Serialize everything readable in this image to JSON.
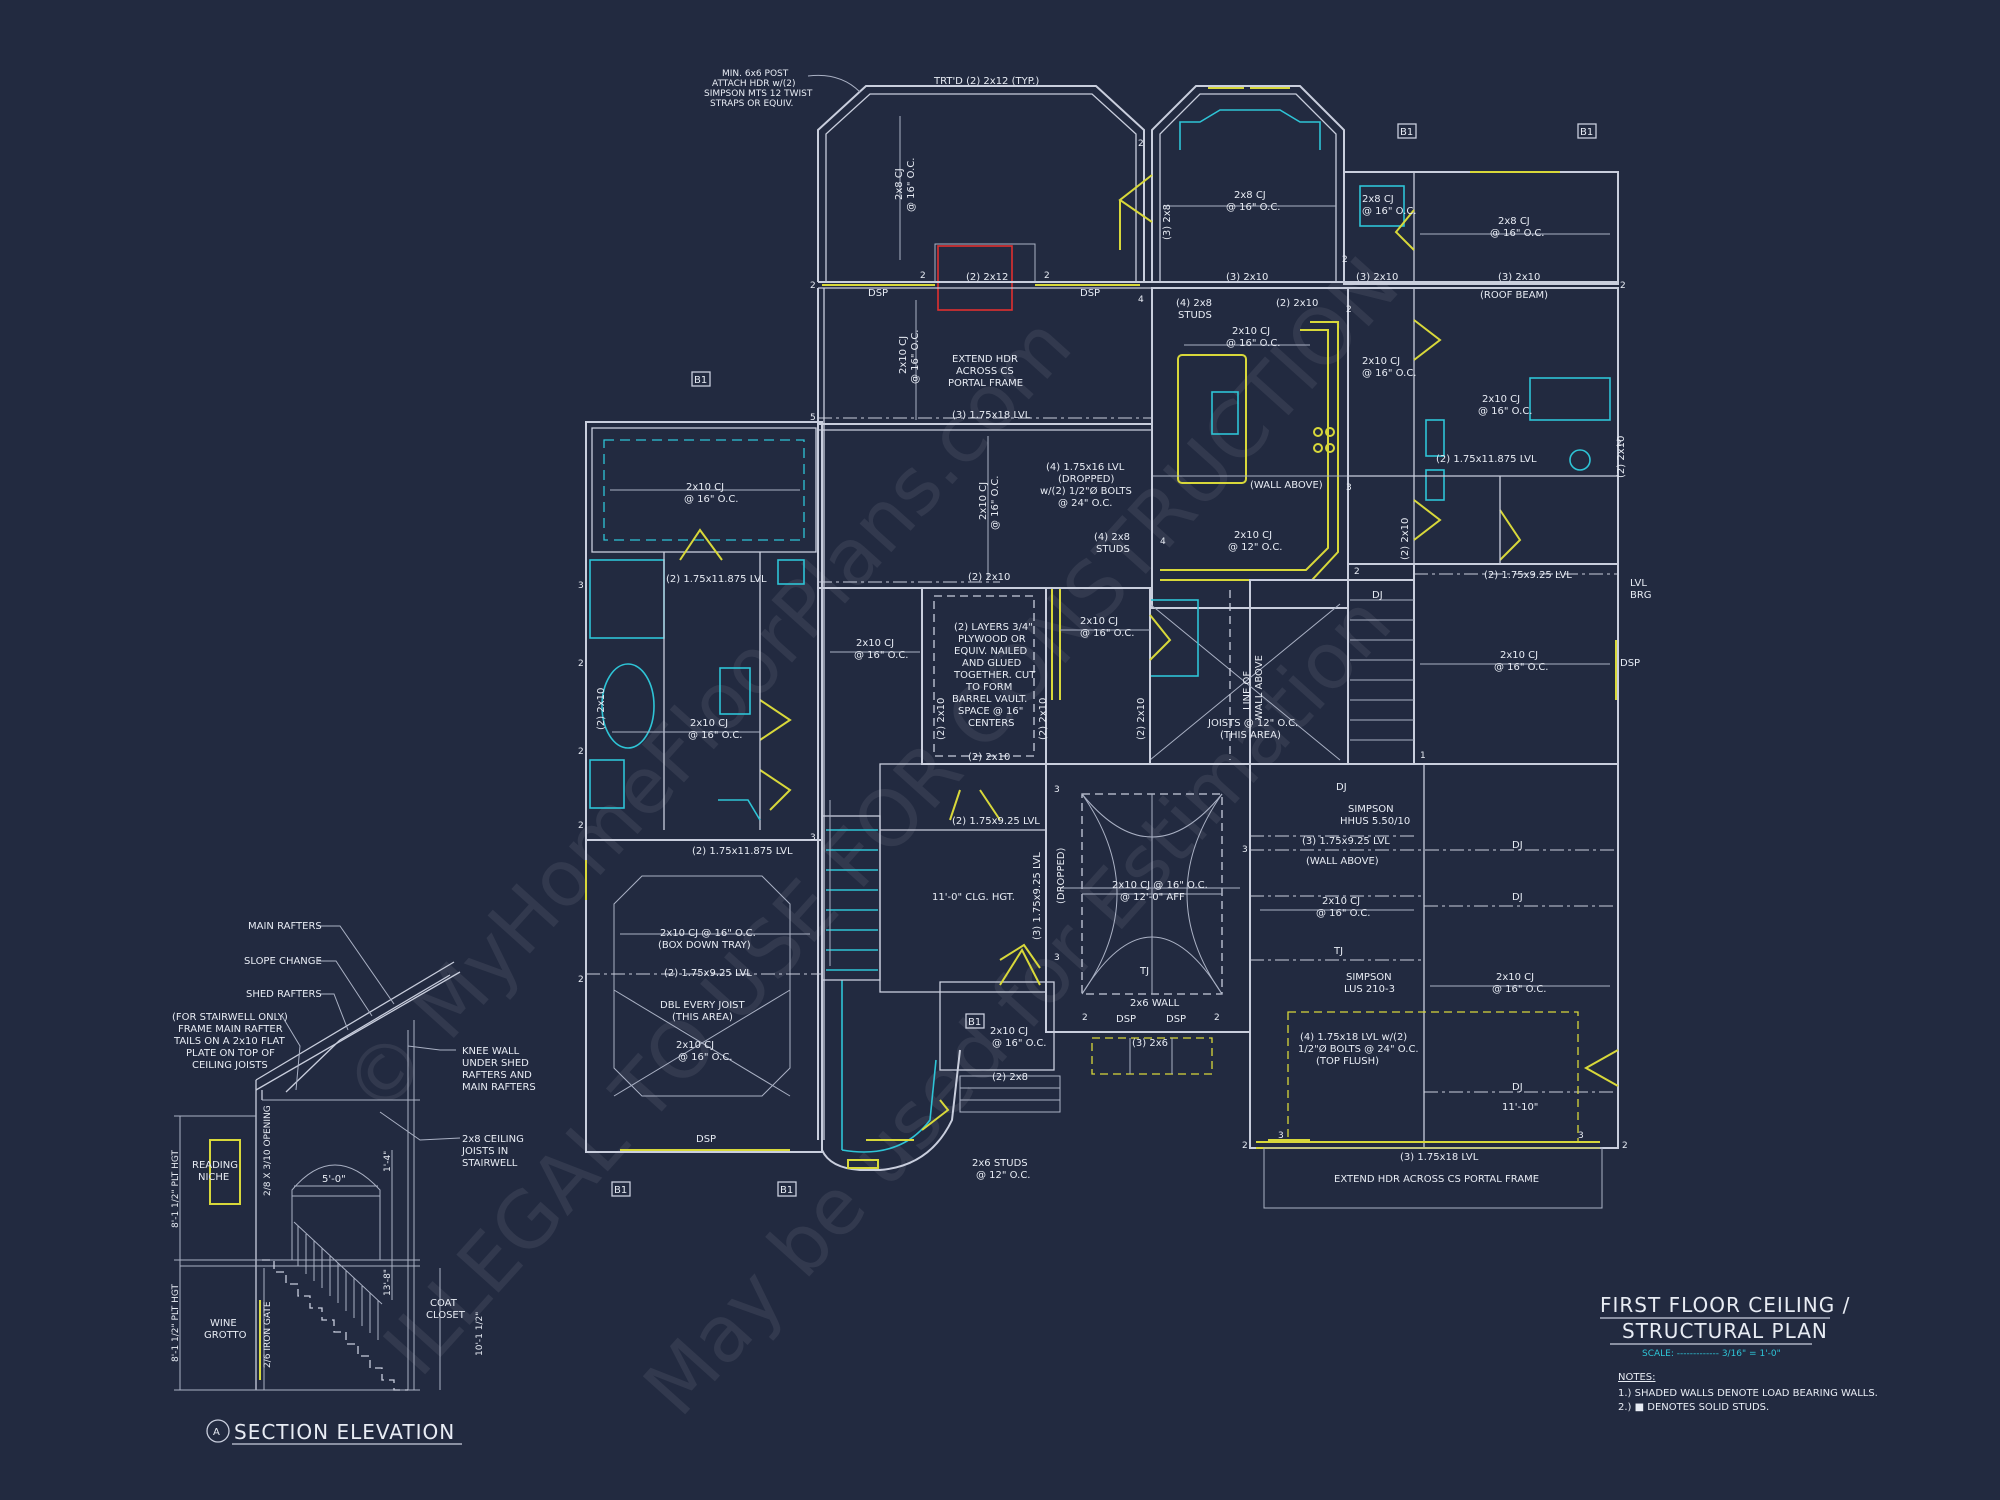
{
  "title": {
    "line1": "FIRST FLOOR CEILING /",
    "line2": "STRUCTURAL PLAN",
    "scale": "SCALE: ------------- 3/16\" = 1'-0\""
  },
  "notes": {
    "heading": "NOTES:",
    "items": [
      "1.) SHADED WALLS DENOTE LOAD BEARING WALLS.",
      "2.) ■ DENOTES SOLID STUDS."
    ]
  },
  "section": {
    "marker": "A",
    "title": "SECTION ELEVATION",
    "labels": {
      "main_rafters": "MAIN RAFTERS",
      "slope_change": "SLOPE CHANGE",
      "shed_rafters": "SHED RAFTERS",
      "stairwell_note": [
        "(FOR STAIRWELL ONLY)",
        "FRAME MAIN RAFTER",
        "TAILS ON A 2x10 FLAT",
        "PLATE ON TOP OF",
        "CEILING JOISTS"
      ],
      "knee_wall": [
        "KNEE WALL",
        "UNDER SHED",
        "RAFTERS AND",
        "MAIN RAFTERS"
      ],
      "ceiling_joists": [
        "2x8 CEILING",
        "JOISTS IN",
        "STAIRWELL"
      ],
      "reading_niche": [
        "READING",
        "NICHE"
      ],
      "opening": "2/8 X 3/10 OPENING",
      "wine_grotto": [
        "WINE",
        "GROTTO"
      ],
      "iron_gate": "2/6 IRON GATE",
      "coat_closet": [
        "COAT",
        "CLOSET"
      ],
      "dim_upper": "8'-1 1/2\" PLT HGT",
      "dim_lower": "8'-1 1/2\" PLT HGT",
      "dim_5ft": "5'-0\"",
      "dim_1_4": "1'-4\"",
      "dim_13_8": "13'-8\"",
      "dim_10": "10'-1 1/2\""
    }
  },
  "watermark": {
    "line1": "© MyHomeFloorPlans.com",
    "line2": "ILLEGAL TO USE FOR CONSTRUCTION",
    "line3": "May be used for Estimation"
  },
  "bearing_tag": "B1",
  "plan_labels": {
    "post_note": [
      "MIN. 6x6 POST",
      "ATTACH HDR w/(2)",
      "SIMPSON MTS 12 TWIST",
      "STRAPS OR EQUIV."
    ],
    "trtd": "TRT'D (2) 2x12 (TYP.)",
    "cj_2x8_top": [
      "2x8 CJ",
      "@ 16\" O.C."
    ],
    "hdr_2_2x12": "(2) 2x12",
    "dsp": "DSP",
    "extend_hdr_cs": [
      "EXTEND HDR",
      "ACROSS CS",
      "PORTAL FRAME"
    ],
    "cj_2x10_v": [
      "2x10 CJ",
      "@ 16\" O.C."
    ],
    "lvl_3_175x18": "(3) 1.75x18 LVL",
    "lvl_4_dropped": [
      "(4) 1.75x16 LVL",
      "(DROPPED)",
      "w/(2) 1/2\"Ø BOLTS",
      "@ 24\" O.C."
    ],
    "studs_4_2x8": [
      "(4) 2x8",
      "STUDS"
    ],
    "studs_3_2x8": "(3) 2x8",
    "cj_2x8_nook": [
      "2x8 CJ",
      "@ 16\" O.C."
    ],
    "hdr_3_2x10": "(3) 2x10",
    "hdr_2_2x10": "(2) 2x10",
    "roof_beam": "(ROOF BEAM)",
    "cj_2x8_right": [
      "2x8 CJ",
      "@ 16\" O.C."
    ],
    "cj_2x8_small": [
      "2x8 CJ",
      "@ 16\" O.C."
    ],
    "cj_2x10_kitchen": [
      "2x10 CJ",
      "@ 16\" O.C."
    ],
    "wall_above": "(WALL ABOVE)",
    "cj_2x10_12": [
      "2x10 CJ",
      "@ 12\" O.C."
    ],
    "lvl_2_175x11875": "(2) 1.75x11.875 LVL",
    "lvl_2_175x925": "(2) 1.75x9.25 LVL",
    "lvl_brg": [
      "LVL",
      "BRG"
    ],
    "cj_2x10_master": [
      "2x10 CJ",
      "@ 16\" O.C."
    ],
    "plywood_note": [
      "(2) LAYERS 3/4\"",
      "PLYWOOD OR",
      "EQUIV. NAILED",
      "AND GLUED",
      "TOGETHER. CUT",
      "TO FORM",
      "BARREL VAULT.",
      "SPACE @ 16\"",
      "CENTERS"
    ],
    "line_of_wall": [
      "LINE OF",
      "WALL ABOVE"
    ],
    "joists_12": [
      "JOISTS @ 12\" O.C.",
      "(THIS AREA)"
    ],
    "dj": "DJ",
    "simpson_hhus": [
      "SIMPSON",
      "HHUS 5.50/10"
    ],
    "lvl_3_175x925": "(3) 1.75x9.25 LVL",
    "box_tray": [
      "2x10 CJ @ 16\" O.C.",
      "(BOX DOWN TRAY)"
    ],
    "clg_hgt": "11'-0\" CLG. HGT.",
    "dropped": "(DROPPED)",
    "lvl_vert": "(3) 1.75x9.25 LVL",
    "aff": [
      "2x10 CJ @ 16\" O.C.",
      "@ 12'-0\" AFF"
    ],
    "tj": "TJ",
    "wall_2x6": "2x6 WALL",
    "hdr_3_2x6": "(3) 2x6",
    "dbl_joist": [
      "DBL EVERY JOIST",
      "(THIS AREA)"
    ],
    "hdr_2_2x8": "(2) 2x8",
    "studs_2x6": [
      "2x6 STUDS",
      "@ 12\" O.C."
    ],
    "simpson_lus": [
      "SIMPSON",
      "LUS 210-3"
    ],
    "lvl_4_bolts": [
      "(4) 1.75x18 LVL w/(2)",
      "1/2\"Ø BOLTS @ 24\" O.C.",
      "(TOP FLUSH)"
    ],
    "dim_11_10": "11'-10\"",
    "extend_hdr_bottom": "EXTEND HDR ACROSS CS PORTAL FRAME",
    "lvl_3_bottom": "(3) 1.75x18 LVL"
  }
}
